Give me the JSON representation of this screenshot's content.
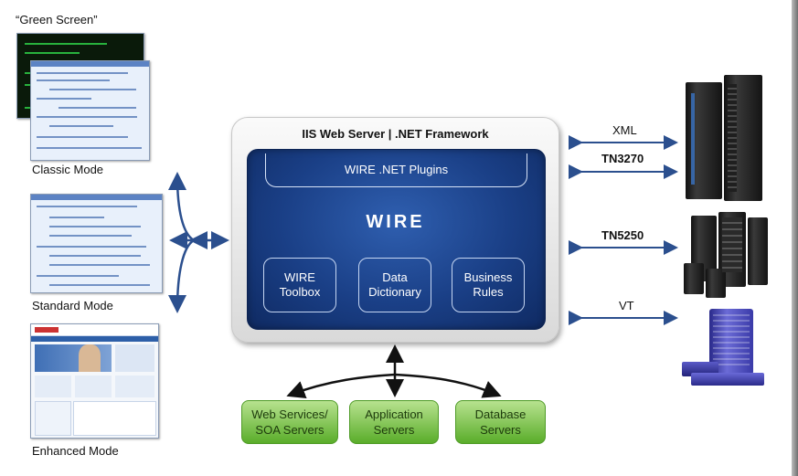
{
  "left": {
    "green_screen_label": "“Green Screen”",
    "classic_label": "Classic Mode",
    "standard_label": "Standard Mode",
    "enhanced_label": "Enhanced Mode"
  },
  "center": {
    "server_title": "IIS Web Server | .NET Framework",
    "plugins_label": "WIRE .NET Plugins",
    "product_name": "WIRE",
    "modules": [
      {
        "line1": "WIRE",
        "line2": "Toolbox"
      },
      {
        "line1": "Data",
        "line2": "Dictionary"
      },
      {
        "line1": "Business",
        "line2": "Rules"
      }
    ]
  },
  "bottom": {
    "servers": [
      {
        "line1": "Web Services/",
        "line2": "SOA Servers"
      },
      {
        "line1": "Application",
        "line2": "Servers"
      },
      {
        "line1": "Database",
        "line2": "Servers"
      }
    ]
  },
  "right": {
    "protocols": [
      "XML",
      "TN3270",
      "TN5250",
      "VT"
    ]
  },
  "colors": {
    "wire_blue": "#1a3f86",
    "arrow_blue": "#2b4f8e",
    "green_box": "#5aad2a"
  }
}
